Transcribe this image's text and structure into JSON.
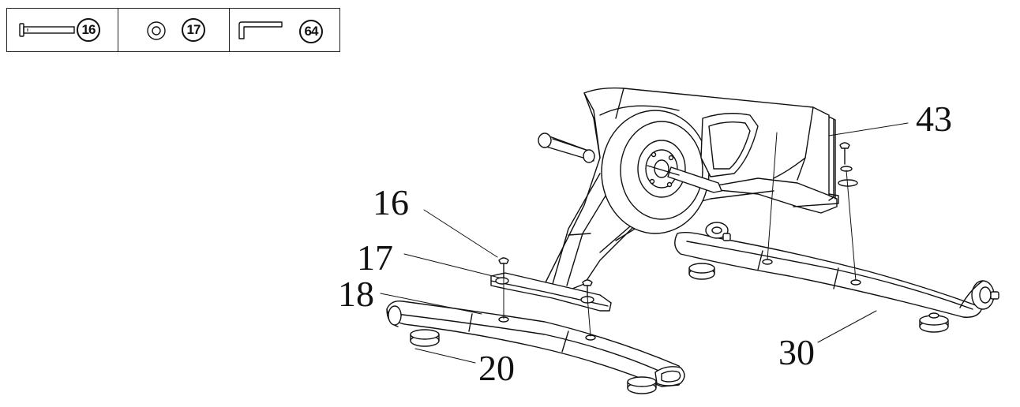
{
  "parts_table": {
    "items": [
      {
        "number": "16",
        "icon": "bolt-icon"
      },
      {
        "number": "17",
        "icon": "washer-icon"
      },
      {
        "number": "64",
        "icon": "allen-key-icon"
      }
    ]
  },
  "callouts": {
    "bolt": "16",
    "washer": "17",
    "front_stabilizer": "18",
    "foot": "20",
    "rear_stabilizer": "30",
    "frame": "43"
  }
}
